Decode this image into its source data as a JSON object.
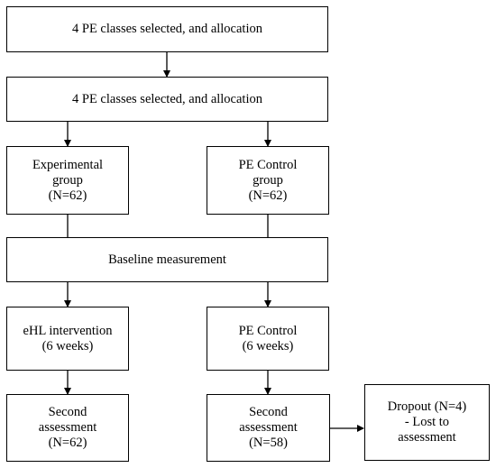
{
  "boxes": {
    "top": {
      "text": "4 PE classes selected, and allocation"
    },
    "allocation": {
      "text": "4 PE classes selected, and allocation"
    },
    "experimental_group": {
      "lines": [
        "Experimental",
        "group",
        "(N=62)"
      ]
    },
    "control_group": {
      "lines": [
        "PE Control",
        "group",
        "(N=62)"
      ]
    },
    "baseline": {
      "text": "Baseline measurement"
    },
    "ehl_intervention": {
      "lines": [
        "eHL intervention",
        "(6 weeks)"
      ]
    },
    "pe_control": {
      "lines": [
        "PE Control",
        "(6 weeks)"
      ]
    },
    "second_assessment_experimental": {
      "lines": [
        "Second",
        "assessment",
        "(N=62)"
      ]
    },
    "second_assessment_control": {
      "lines": [
        "Second",
        "assessment",
        "(N=58)"
      ]
    },
    "dropout": {
      "lines": [
        "Dropout (N=4)",
        "- Lost to",
        "assessment"
      ]
    }
  }
}
